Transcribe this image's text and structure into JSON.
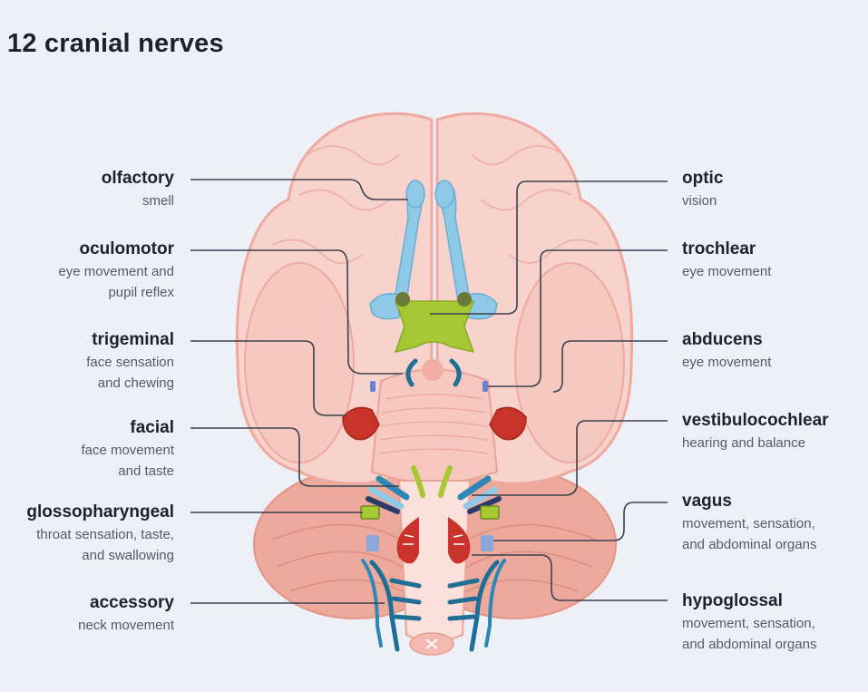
{
  "title": "12 cranial nerves",
  "nerves": {
    "olfactory": {
      "name": "olfactory",
      "desc1": "smell",
      "desc2": ""
    },
    "oculomotor": {
      "name": "oculomotor",
      "desc1": "eye movement and",
      "desc2": "pupil reflex"
    },
    "trigeminal": {
      "name": "trigeminal",
      "desc1": "face sensation",
      "desc2": "and chewing"
    },
    "facial": {
      "name": "facial",
      "desc1": "face movement",
      "desc2": "and taste"
    },
    "glossopharyngeal": {
      "name": "glossopharyngeal",
      "desc1": "throat sensation, taste,",
      "desc2": "and swallowing"
    },
    "accessory": {
      "name": "accessory",
      "desc1": "neck movement",
      "desc2": ""
    },
    "optic": {
      "name": "optic",
      "desc1": "vision",
      "desc2": ""
    },
    "trochlear": {
      "name": "trochlear",
      "desc1": "eye movement",
      "desc2": ""
    },
    "abducens": {
      "name": "abducens",
      "desc1": "eye movement",
      "desc2": ""
    },
    "vestibulocochlear": {
      "name": "vestibulocochlear",
      "desc1": "hearing and balance",
      "desc2": ""
    },
    "vagus": {
      "name": "vagus",
      "desc1": "movement, sensation,",
      "desc2": "and abdominal organs"
    },
    "hypoglossal": {
      "name": "hypoglossal",
      "desc1": "movement, sensation,",
      "desc2": "and abdominal organs"
    }
  },
  "colors": {
    "background": "#eef0f7",
    "cerebrum": "#f8d3cc",
    "cerebrum_outline": "#eeaaa0",
    "cerebellum": "#eca99c",
    "olfactory_blue": "#8fc9e8",
    "optic_green": "#a6c832",
    "nerve_blue": "#1f6e95",
    "trigeminal_red": "#c9332b",
    "leader_line": "#3d4150"
  }
}
